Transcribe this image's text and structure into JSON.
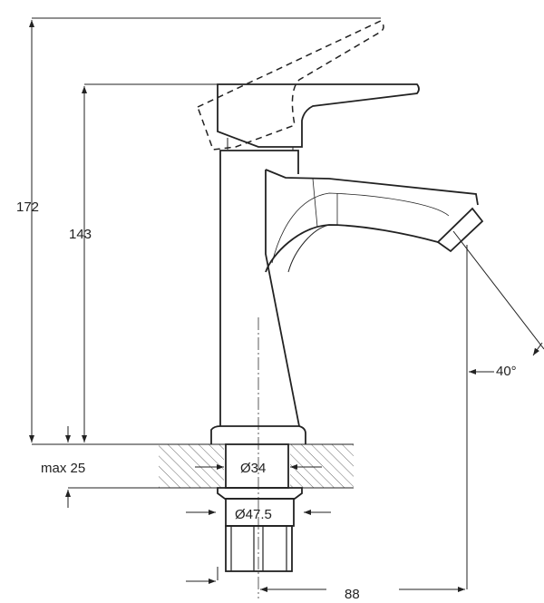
{
  "drawing": {
    "title": "Basin faucet side elevation",
    "dimensions": {
      "total_height": "172",
      "spout_height": "143",
      "max_thickness": "max 25",
      "shank_diameter": "Ø34",
      "nut_diameter": "Ø47.5",
      "reach": "88",
      "angle": "40°"
    }
  }
}
